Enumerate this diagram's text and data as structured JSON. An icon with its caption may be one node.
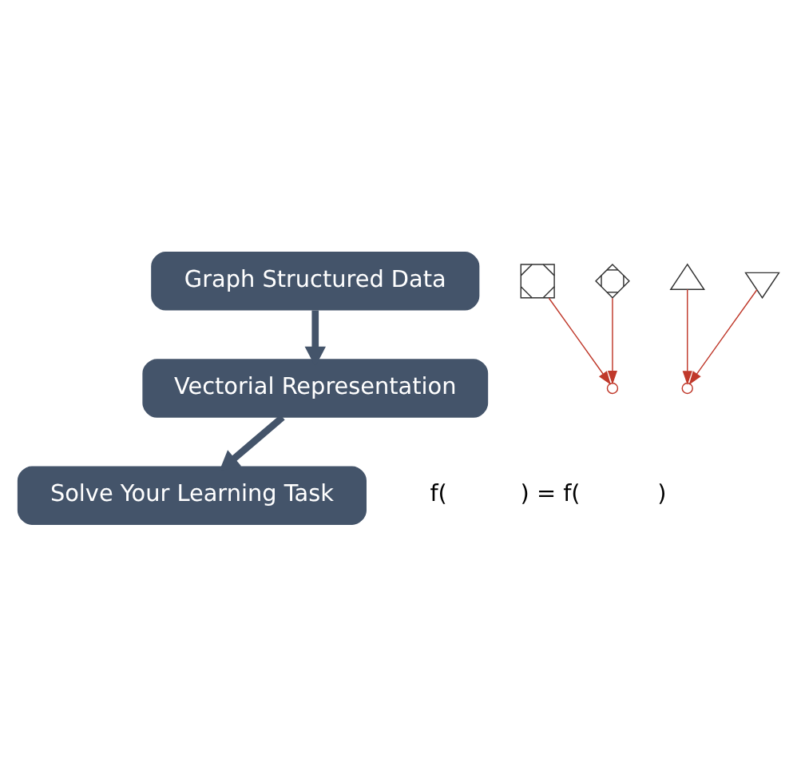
{
  "diagram": {
    "nodes": [
      {
        "text": [
          "Graph Structured Data"
        ]
      },
      {
        "text": [
          "Vectorial Representation"
        ]
      },
      {
        "text": [
          "Solve Your Learning Task"
        ]
      },
      {
        "text": [],
        "shape": "picture"
      },
      {
        "text": [],
        "shape": "picture"
      },
      {
        "text": [],
        "shape": "picture"
      },
      {
        "text": [],
        "shape": "picture"
      },
      {
        "text": [],
        "shape": "circle"
      },
      {
        "text": [],
        "shape": "circle"
      }
    ],
    "edges": [
      {
        "from": 0,
        "to": 1,
        "arrow": "to",
        "style": "thick",
        "color": "#44546a"
      },
      {
        "from": 1,
        "to": 2,
        "arrow": "to",
        "style": "thick",
        "color": "#44546a"
      },
      {
        "from": 3,
        "to": 7,
        "arrow": "to",
        "color": "#c0392b"
      },
      {
        "from": 4,
        "to": 7,
        "arrow": "to",
        "color": "#c0392b"
      },
      {
        "from": 5,
        "to": 8,
        "arrow": "to",
        "color": "#c0392b"
      },
      {
        "from": 6,
        "to": 8,
        "arrow": "to",
        "color": "#c0392b"
      }
    ],
    "labels": [
      "f(",
      ") = f(",
      ")"
    ]
  }
}
